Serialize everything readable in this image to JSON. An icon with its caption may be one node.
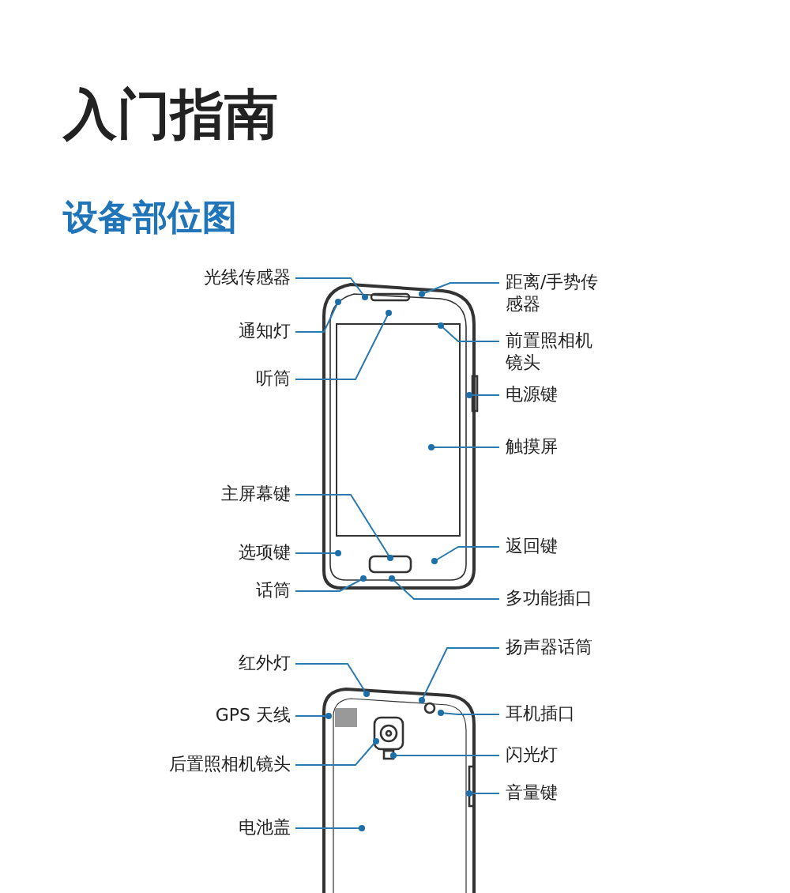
{
  "diagram": {
    "title": "入门指南",
    "nodes": [
      {
        "text": [
          "光线传感器"
        ]
      },
      {
        "text": [
          "距离/手势传感器"
        ]
      },
      {
        "text": [
          "通知灯"
        ]
      },
      {
        "text": [
          "前置照相机镜头"
        ]
      },
      {
        "text": [
          "听筒"
        ]
      },
      {
        "text": [
          "电源键"
        ]
      },
      {
        "text": [
          "触摸屏"
        ]
      },
      {
        "text": [
          "主屏幕键"
        ]
      },
      {
        "text": [
          "返回键"
        ]
      },
      {
        "text": [
          "选项键"
        ]
      },
      {
        "text": [
          "话筒"
        ]
      },
      {
        "text": [
          "多功能插口"
        ]
      },
      {
        "text": [
          "扬声器话筒"
        ]
      },
      {
        "text": [
          "红外灯"
        ]
      },
      {
        "text": [
          "GPS 天线"
        ]
      },
      {
        "text": [
          "耳机插口"
        ]
      },
      {
        "text": [
          "闪光灯"
        ]
      },
      {
        "text": [
          "后置照相机镜头"
        ]
      },
      {
        "text": [
          "音量键"
        ]
      },
      {
        "text": [
          "电池盖"
        ]
      }
    ],
    "edges": [
      {
        "from": 0,
        "to": null,
        "arrow": "other"
      },
      {
        "from": 1,
        "to": null,
        "arrow": "other"
      },
      {
        "from": 2,
        "to": null,
        "arrow": "other"
      },
      {
        "from": 3,
        "to": null,
        "arrow": "other"
      },
      {
        "from": 4,
        "to": null,
        "arrow": "other"
      },
      {
        "from": 5,
        "to": null,
        "arrow": "other"
      },
      {
        "from": 6,
        "to": null,
        "arrow": "other"
      },
      {
        "from": 7,
        "to": null,
        "arrow": "other"
      },
      {
        "from": 8,
        "to": null,
        "arrow": "other"
      },
      {
        "from": 9,
        "to": null,
        "arrow": "other"
      },
      {
        "from": 10,
        "to": null,
        "arrow": "other"
      },
      {
        "from": 11,
        "to": null,
        "arrow": "other"
      },
      {
        "from": 12,
        "to": null,
        "arrow": "other"
      },
      {
        "from": 13,
        "to": null,
        "arrow": "other"
      },
      {
        "from": 14,
        "to": null,
        "arrow": "other"
      },
      {
        "from": 15,
        "to": null,
        "arrow": "other"
      },
      {
        "from": 16,
        "to": null,
        "arrow": "other"
      },
      {
        "from": 17,
        "to": null,
        "arrow": "other"
      },
      {
        "from": 18,
        "to": null,
        "arrow": "other"
      },
      {
        "from": 19,
        "to": null,
        "arrow": "other"
      }
    ],
    "labels": [
      "设备部位图"
    ]
  }
}
